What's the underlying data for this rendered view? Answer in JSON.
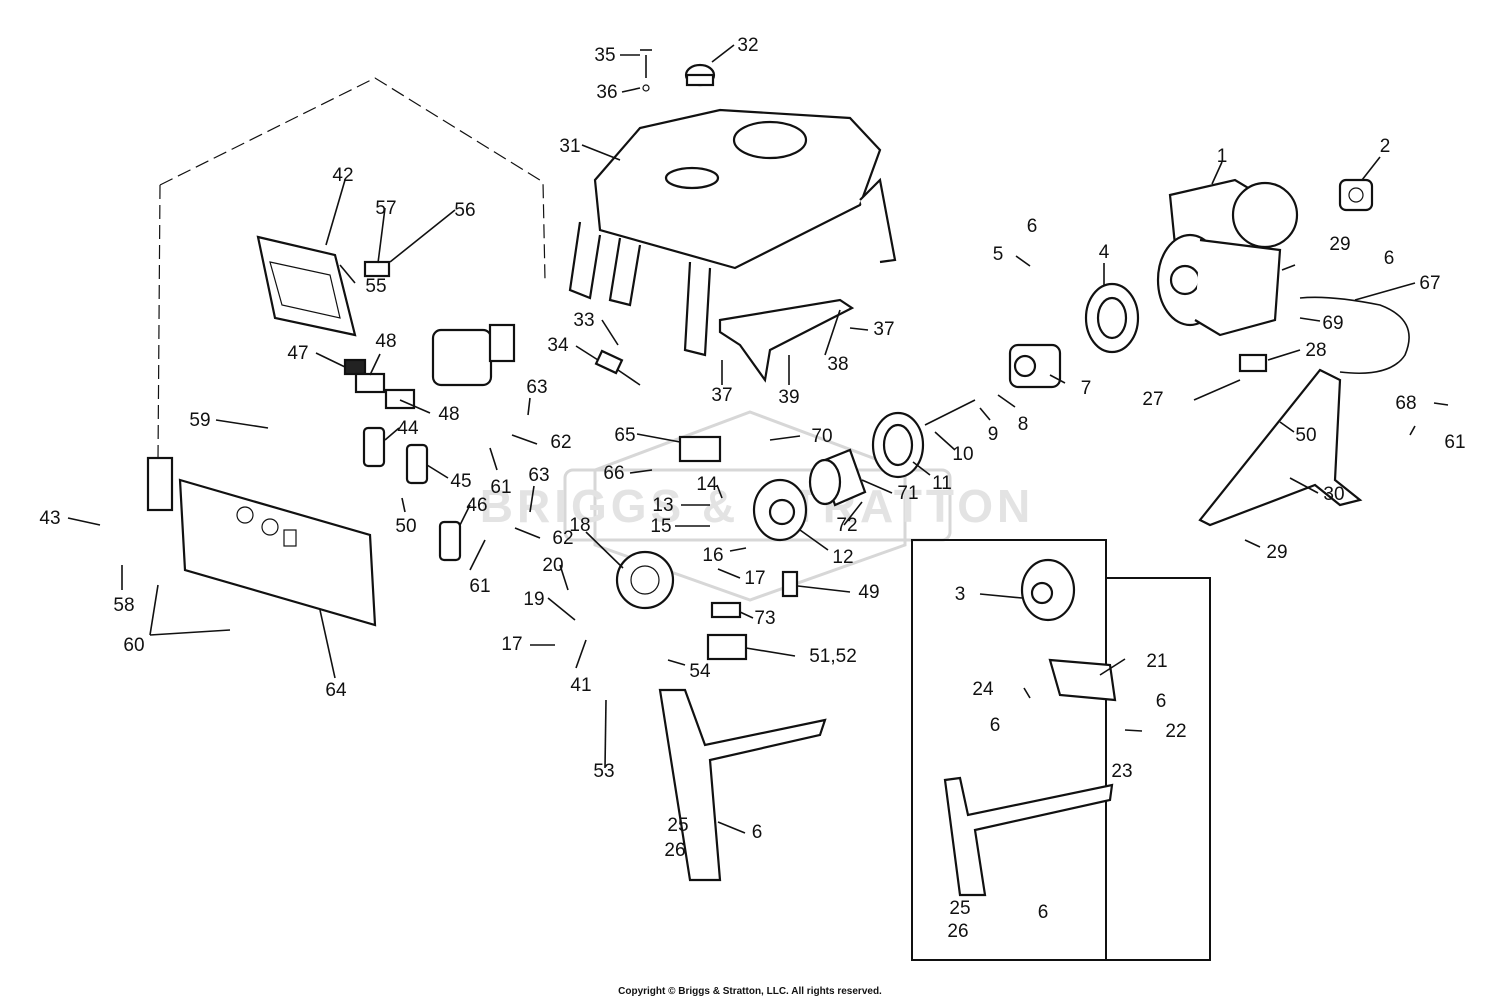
{
  "watermark": {
    "brand": "BRIGGS & STRATTON"
  },
  "footer": {
    "copyright": "Copyright © Briggs & Stratton, LLC. All rights reserved."
  },
  "callouts": [
    {
      "id": "c1",
      "label": "1"
    },
    {
      "id": "c2",
      "label": "2"
    },
    {
      "id": "c3",
      "label": "3"
    },
    {
      "id": "c4",
      "label": "4"
    },
    {
      "id": "c5",
      "label": "5"
    },
    {
      "id": "c6a",
      "label": "6"
    },
    {
      "id": "c6b",
      "label": "6"
    },
    {
      "id": "c6c",
      "label": "6"
    },
    {
      "id": "c6d",
      "label": "6"
    },
    {
      "id": "c6e",
      "label": "6"
    },
    {
      "id": "c6f",
      "label": "6"
    },
    {
      "id": "c7",
      "label": "7"
    },
    {
      "id": "c8",
      "label": "8"
    },
    {
      "id": "c9",
      "label": "9"
    },
    {
      "id": "c10",
      "label": "10"
    },
    {
      "id": "c11",
      "label": "11"
    },
    {
      "id": "c12",
      "label": "12"
    },
    {
      "id": "c13",
      "label": "13"
    },
    {
      "id": "c14",
      "label": "14"
    },
    {
      "id": "c15",
      "label": "15"
    },
    {
      "id": "c16",
      "label": "16"
    },
    {
      "id": "c17a",
      "label": "17"
    },
    {
      "id": "c17b",
      "label": "17"
    },
    {
      "id": "c18",
      "label": "18"
    },
    {
      "id": "c19",
      "label": "19"
    },
    {
      "id": "c20",
      "label": "20"
    },
    {
      "id": "c21",
      "label": "21"
    },
    {
      "id": "c22",
      "label": "22"
    },
    {
      "id": "c23",
      "label": "23"
    },
    {
      "id": "c24",
      "label": "24"
    },
    {
      "id": "c25a",
      "label": "25"
    },
    {
      "id": "c25b",
      "label": "25"
    },
    {
      "id": "c26a",
      "label": "26"
    },
    {
      "id": "c26b",
      "label": "26"
    },
    {
      "id": "c27",
      "label": "27"
    },
    {
      "id": "c28",
      "label": "28"
    },
    {
      "id": "c29a",
      "label": "29"
    },
    {
      "id": "c29b",
      "label": "29"
    },
    {
      "id": "c30",
      "label": "30"
    },
    {
      "id": "c31",
      "label": "31"
    },
    {
      "id": "c32",
      "label": "32"
    },
    {
      "id": "c33",
      "label": "33"
    },
    {
      "id": "c34",
      "label": "34"
    },
    {
      "id": "c35",
      "label": "35"
    },
    {
      "id": "c36",
      "label": "36"
    },
    {
      "id": "c37a",
      "label": "37"
    },
    {
      "id": "c37b",
      "label": "37"
    },
    {
      "id": "c38",
      "label": "38"
    },
    {
      "id": "c39",
      "label": "39"
    },
    {
      "id": "c41",
      "label": "41"
    },
    {
      "id": "c42",
      "label": "42"
    },
    {
      "id": "c43",
      "label": "43"
    },
    {
      "id": "c44",
      "label": "44"
    },
    {
      "id": "c45",
      "label": "45"
    },
    {
      "id": "c46",
      "label": "46"
    },
    {
      "id": "c47",
      "label": "47"
    },
    {
      "id": "c48a",
      "label": "48"
    },
    {
      "id": "c48b",
      "label": "48"
    },
    {
      "id": "c49",
      "label": "49"
    },
    {
      "id": "c50a",
      "label": "50"
    },
    {
      "id": "c50b",
      "label": "50"
    },
    {
      "id": "c5152",
      "label": "51,52"
    },
    {
      "id": "c53",
      "label": "53"
    },
    {
      "id": "c54",
      "label": "54"
    },
    {
      "id": "c55",
      "label": "55"
    },
    {
      "id": "c56",
      "label": "56"
    },
    {
      "id": "c57",
      "label": "57"
    },
    {
      "id": "c58",
      "label": "58"
    },
    {
      "id": "c59",
      "label": "59"
    },
    {
      "id": "c60",
      "label": "60"
    },
    {
      "id": "c61a",
      "label": "61"
    },
    {
      "id": "c61b",
      "label": "61"
    },
    {
      "id": "c61c",
      "label": "61"
    },
    {
      "id": "c62a",
      "label": "62"
    },
    {
      "id": "c62b",
      "label": "62"
    },
    {
      "id": "c63a",
      "label": "63"
    },
    {
      "id": "c63b",
      "label": "63"
    },
    {
      "id": "c64",
      "label": "64"
    },
    {
      "id": "c65",
      "label": "65"
    },
    {
      "id": "c66",
      "label": "66"
    },
    {
      "id": "c67",
      "label": "67"
    },
    {
      "id": "c68",
      "label": "68"
    },
    {
      "id": "c69",
      "label": "69"
    },
    {
      "id": "c70",
      "label": "70"
    },
    {
      "id": "c71",
      "label": "71"
    },
    {
      "id": "c72",
      "label": "72"
    },
    {
      "id": "c73",
      "label": "73"
    }
  ]
}
